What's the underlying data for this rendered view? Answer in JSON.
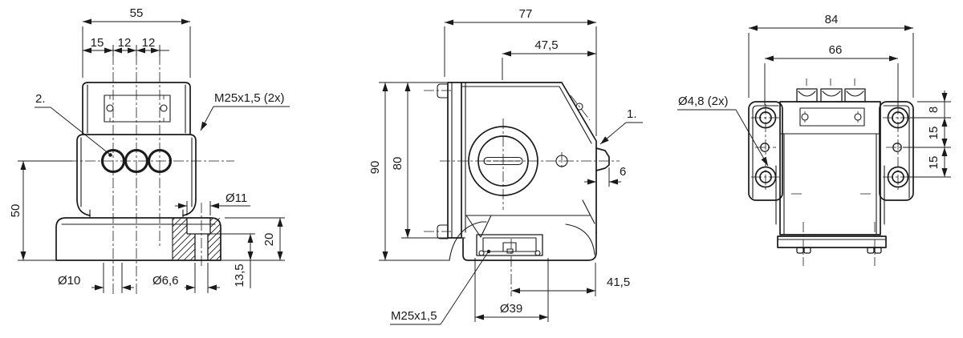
{
  "drawing": {
    "front": {
      "dims": {
        "width": "55",
        "seg_a": "15",
        "seg_b": "12",
        "seg_c": "12",
        "height": "50",
        "counterbore": "Ø11",
        "boss_height": "20",
        "hole_depth": "13,5",
        "gland_hole": "Ø10",
        "screw_hole": "Ø6,6"
      },
      "labels": {
        "item": "2.",
        "thread": "M25x1,5 (2x)"
      }
    },
    "side": {
      "dims": {
        "depth": "77",
        "front_offset": "47,5",
        "height": "90",
        "plate_height": "80",
        "button_width": "6",
        "gland_offset": "41,5",
        "gland_dia": "Ø39"
      },
      "labels": {
        "item": "1.",
        "thread": "M25x1,5"
      }
    },
    "rear": {
      "dims": {
        "width": "84",
        "hole_pitch": "66",
        "hole_top_offset": "8",
        "hole_pitch_a": "15",
        "hole_pitch_b": "15"
      },
      "labels": {
        "holes": "Ø4,8 (2x)"
      }
    },
    "colors": {
      "line": "#1a1a1a",
      "background": "#ffffff"
    }
  }
}
